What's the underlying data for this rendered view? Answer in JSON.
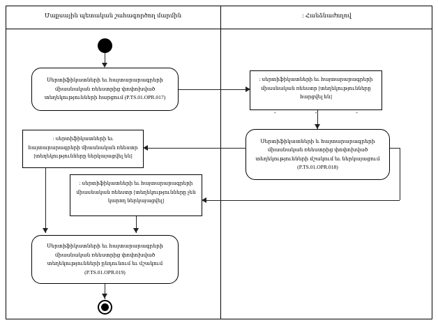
{
  "diagram": {
    "type": "uml-activity-swimlane",
    "lanes": [
      {
        "title": "Մաքսային պետական շահագործող մարմին"
      },
      {
        "title": ": Հանձնաժողով"
      }
    ],
    "nodes": {
      "start": {
        "name": "initial-node"
      },
      "activity_017": {
        "text": "Սերտիֆիկատների եւ հայտարարագրերի միասնական ռեեստրից փոփոխված տեղեկությունների հարցում (P.TS.01.OPR.017)"
      },
      "object_requested": {
        "text": ": սերտիֆիկատների եւ հայտարարագրերի միասնական ռեեստր [տեղեկությունները հարցվել են]",
        "slots": [
          "-",
          "-",
          "-"
        ]
      },
      "activity_018": {
        "text": "Սերտիֆիկատների և հայտարարագրերի միասնական ռեեստրից փոփոխված տեղեկությունների մշակում եւ ներկայացում (P.TS.01.OPR.018)"
      },
      "object_presented": {
        "text": ": սերտիֆիկատների եւ հայտարարագրերի միասնական ռեեստր [տեղեկությունները ներկայացվել են]"
      },
      "object_not_presented": {
        "text": ": սերտիֆիկատների եւ հայտարարագրերի միասնական ռեեստր [տեղեկությունները չեն կարող ներկայացվել]"
      },
      "activity_019": {
        "text": "Սերտիֆիկատների եւ հայտարարագրերի միասնական ռեեստրից փոփոխված տեղեկությունների ընդունում եւ մշակում (P.TS.01.OPR.019)"
      },
      "end": {
        "name": "final-node"
      }
    },
    "colors": {
      "line": "#000000",
      "edge": "#222222",
      "background": "#ffffff"
    }
  }
}
